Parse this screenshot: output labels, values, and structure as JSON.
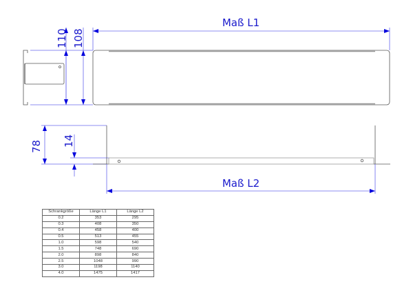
{
  "top_view": {
    "length_label": "Maß L1",
    "dim_outer": "110",
    "dim_inner": "108"
  },
  "side_view": {
    "length_label": "Maß L2",
    "dim_height": "78",
    "dim_offset": "14"
  },
  "table": {
    "headers": [
      "Schrankgröße",
      "Länge L1",
      "Länge L2"
    ],
    "rows": [
      [
        "0.2",
        "353",
        "295"
      ],
      [
        "0.3",
        "408",
        "350"
      ],
      [
        "0.4",
        "458",
        "400"
      ],
      [
        "0.5",
        "513",
        "455"
      ],
      [
        "1.0",
        "598",
        "540"
      ],
      [
        "1.5",
        "748",
        "690"
      ],
      [
        "2.0",
        "898",
        "840"
      ],
      [
        "2.5",
        "1048",
        "990"
      ],
      [
        "3.0",
        "1198",
        "1140"
      ],
      [
        "4.0",
        "1475",
        "1417"
      ]
    ]
  }
}
